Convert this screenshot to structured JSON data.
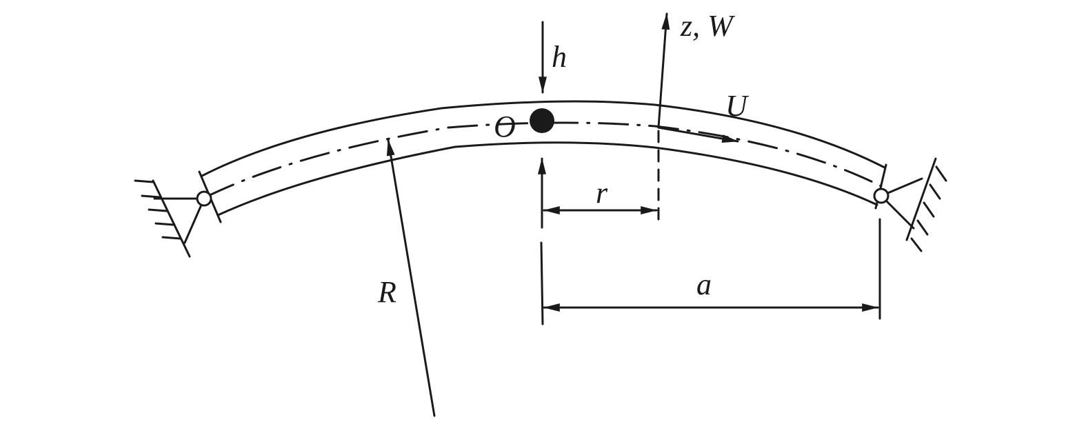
{
  "labels": {
    "h": "h",
    "z_w": "z, W",
    "u": "U",
    "o": "O",
    "r": "r",
    "big_r": "R",
    "a": "a"
  },
  "colors": {
    "ink": "#1a1a1a",
    "background": "#ffffff"
  }
}
